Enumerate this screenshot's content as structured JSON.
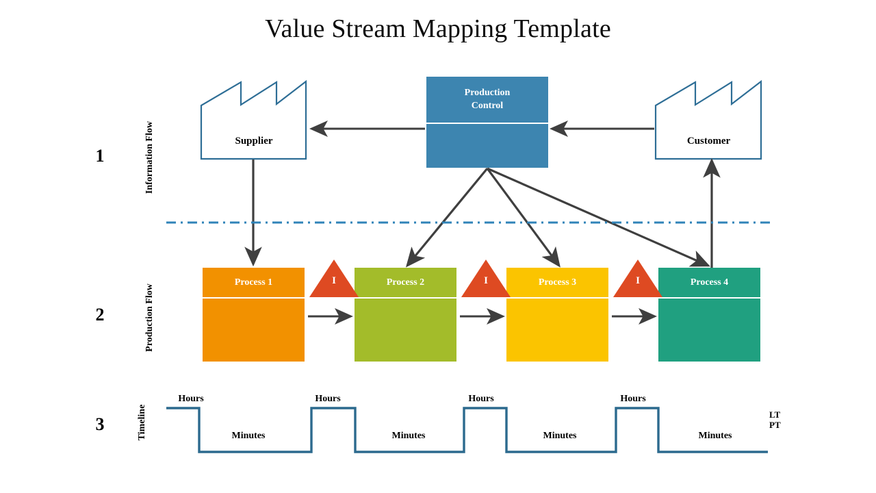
{
  "page": {
    "title": "Value Stream Mapping Template",
    "background_color": "#ffffff"
  },
  "colors": {
    "factory_outline": "#2e6e96",
    "production_control": "#3d85b0",
    "arrow": "#3f3f3f",
    "divider_dashdot": "#2f83b8",
    "timeline_stroke": "#2c6a8e",
    "inventory_triangle": "#de4a22",
    "process_1": "#f29100",
    "process_2": "#a3bc2a",
    "process_3": "#fbc400",
    "process_4": "#20a080"
  },
  "bands": [
    {
      "number": "1",
      "label": "Information Flow"
    },
    {
      "number": "2",
      "label": "Production Flow"
    },
    {
      "number": "3",
      "label": "Timeline"
    }
  ],
  "information_flow": {
    "supplier": {
      "label": "Supplier",
      "shape": "factory-icon"
    },
    "customer": {
      "label": "Customer",
      "shape": "factory-icon"
    },
    "production_control": {
      "label": "Production\nControl",
      "line1": "Production",
      "line2": "Control"
    }
  },
  "production_flow": {
    "processes": [
      {
        "label": "Process 1",
        "color": "#f29100"
      },
      {
        "label": "Process 2",
        "color": "#a3bc2a"
      },
      {
        "label": "Process 3",
        "color": "#fbc400"
      },
      {
        "label": "Process 4",
        "color": "#20a080"
      }
    ],
    "inventory_triangles": [
      {
        "mark": "I"
      },
      {
        "mark": "I"
      },
      {
        "mark": "I"
      }
    ]
  },
  "timeline": {
    "hours": [
      "Hours",
      "Hours",
      "Hours",
      "Hours"
    ],
    "minutes": [
      "Minutes",
      "Minutes",
      "Minutes",
      "Minutes"
    ],
    "lead_time_label": "LT",
    "process_time_label": "PT"
  }
}
